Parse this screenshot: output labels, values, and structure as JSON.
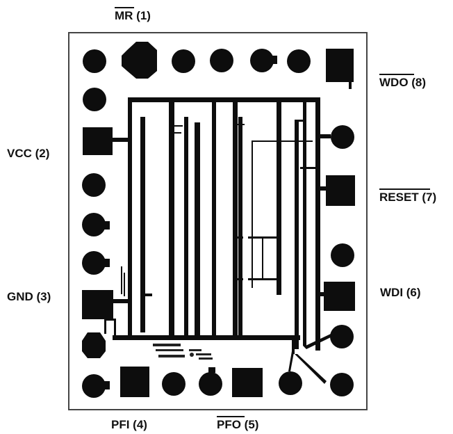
{
  "labels": {
    "mr": "MR (1)",
    "vcc": "VCC (2)",
    "gnd": "GND (3)",
    "pfi": "PFI (4)",
    "pfo": "PFO (5)",
    "wdi": "WDI (6)",
    "reset": "RESET (7)",
    "wdo": "WDO (8)"
  },
  "overbar_pins": [
    "mr",
    "pfo",
    "reset",
    "wdo"
  ],
  "colors": {
    "background": "#ffffff",
    "die_outline": "#444444",
    "metal": "#0d0d0d"
  }
}
